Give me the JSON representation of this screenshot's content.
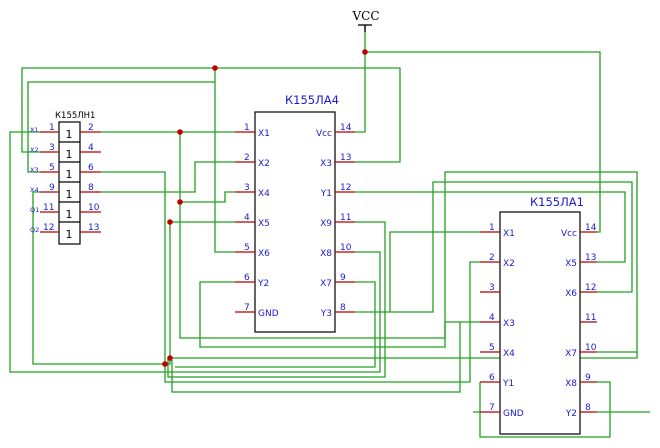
{
  "vcc_label": "VCC",
  "chip_ln1": {
    "title": "К155ЛН1",
    "cells": [
      "1",
      "1",
      "1",
      "1",
      "1",
      "1"
    ],
    "inputs": [
      {
        "signal": "X1",
        "pin": "1"
      },
      {
        "signal": "X2",
        "pin": "3"
      },
      {
        "signal": "X3",
        "pin": "5"
      },
      {
        "signal": "X4",
        "pin": "9"
      },
      {
        "signal": "Q1",
        "pin": "11"
      },
      {
        "signal": "Q2",
        "pin": "12"
      }
    ],
    "outputs": [
      "2",
      "4",
      "6",
      "8",
      "10",
      "13"
    ]
  },
  "chip_la4": {
    "title": "К155ЛА4",
    "left": [
      {
        "pin": "1",
        "name": "X1"
      },
      {
        "pin": "2",
        "name": "X2"
      },
      {
        "pin": "3",
        "name": "X4"
      },
      {
        "pin": "4",
        "name": "X5"
      },
      {
        "pin": "5",
        "name": "X6"
      },
      {
        "pin": "6",
        "name": "Y2"
      },
      {
        "pin": "7",
        "name": "GND"
      }
    ],
    "right": [
      {
        "pin": "14",
        "name": "Vcc"
      },
      {
        "pin": "13",
        "name": "X3"
      },
      {
        "pin": "12",
        "name": "Y1"
      },
      {
        "pin": "11",
        "name": "X9"
      },
      {
        "pin": "10",
        "name": "X8"
      },
      {
        "pin": "9",
        "name": "X7"
      },
      {
        "pin": "8",
        "name": "Y3"
      }
    ]
  },
  "chip_la1": {
    "title": "К155ЛА1",
    "left": [
      {
        "pin": "1",
        "name": "X1"
      },
      {
        "pin": "2",
        "name": "X2"
      },
      {
        "pin": "3",
        "name": ""
      },
      {
        "pin": "4",
        "name": "X3"
      },
      {
        "pin": "5",
        "name": "X4"
      },
      {
        "pin": "6",
        "name": "Y1"
      },
      {
        "pin": "7",
        "name": "GND"
      }
    ],
    "right": [
      {
        "pin": "14",
        "name": "Vcc"
      },
      {
        "pin": "13",
        "name": "X5"
      },
      {
        "pin": "12",
        "name": "X6"
      },
      {
        "pin": "11",
        "name": ""
      },
      {
        "pin": "10",
        "name": "X7"
      },
      {
        "pin": "9",
        "name": "X8"
      },
      {
        "pin": "8",
        "name": "Y2"
      }
    ]
  },
  "colors": {
    "wire": "#22a022",
    "pin": "#b00000",
    "junction": "#c00000",
    "label": "#1a1ad0"
  }
}
